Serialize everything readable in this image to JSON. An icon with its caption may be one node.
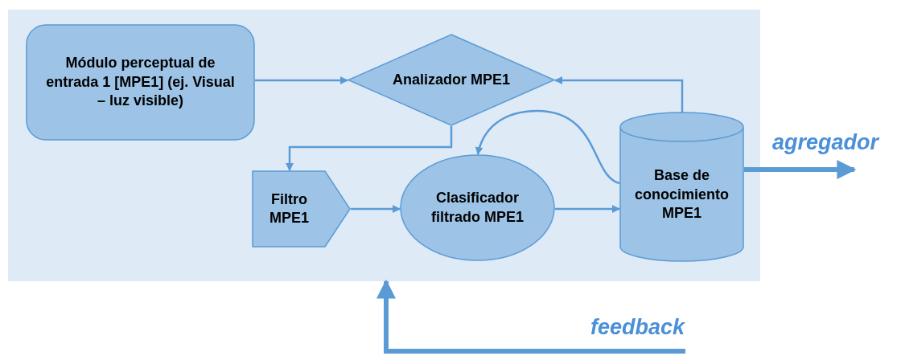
{
  "diagram": {
    "nodes": [
      {
        "text": [],
        "shape": "box"
      },
      {
        "text": [
          "Módulo perceptual de entrada 1 [MPE1] (ej. Visual – luz visible)"
        ],
        "in": 0
      },
      {
        "text": [
          "Analizador MPE1"
        ],
        "in": 0
      },
      {
        "text": [
          "Filtro MPE1"
        ],
        "in": 0
      },
      {
        "text": [
          "Clasificador filtrado MPE1"
        ],
        "in": 0
      },
      {
        "text": [
          "Base de conocimiento MPE1"
        ],
        "in": 0
      }
    ],
    "edges": [
      {
        "from": 1,
        "to": 2,
        "arrow": "to"
      },
      {
        "from": 5,
        "to": 2,
        "arrow": "to"
      },
      {
        "from": 2,
        "to": 3,
        "arrow": "to"
      },
      {
        "from": 3,
        "to": 4,
        "arrow": "to"
      },
      {
        "from": 4,
        "to": 5,
        "arrow": "to"
      },
      {
        "from": 5,
        "to": 4,
        "arrow": "to"
      },
      {
        "from": 5,
        "to": null,
        "label": "agregador",
        "arrow": "to",
        "style": "thick"
      },
      {
        "from": null,
        "to": 0,
        "label": "feedback",
        "arrow": "to",
        "style": "thick"
      }
    ]
  }
}
